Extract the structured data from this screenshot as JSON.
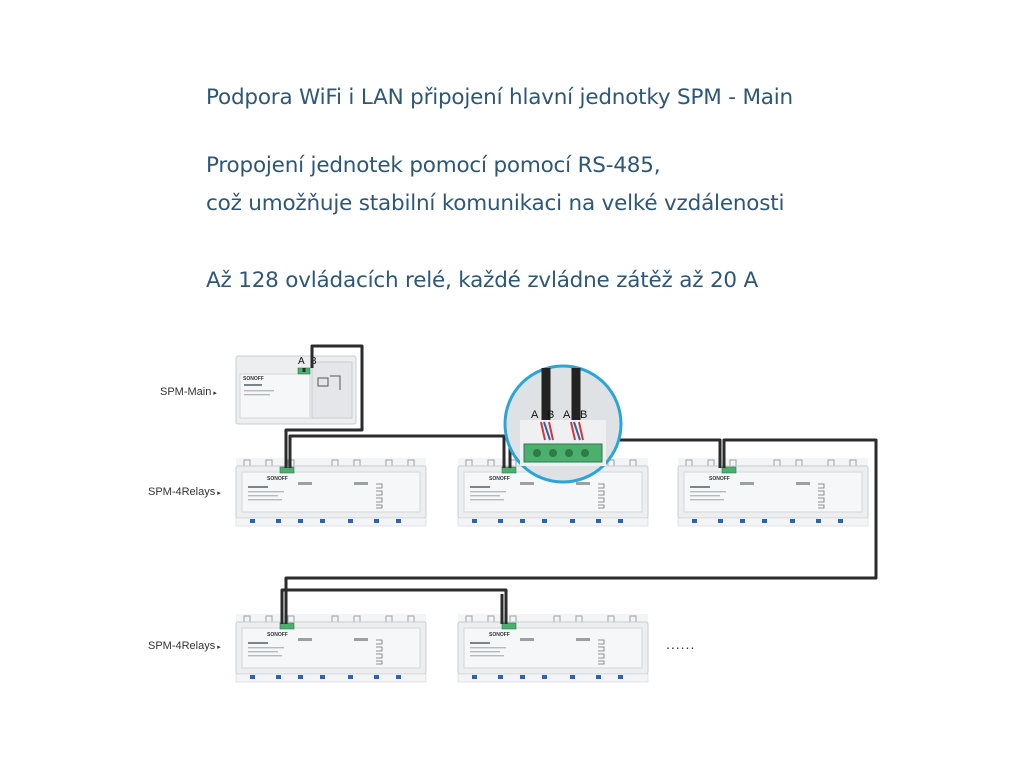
{
  "headline": {
    "line1": "Podpora WiFi i LAN připojení hlavní jednotky SPM - Main",
    "line2": "Propojení jednotek pomocí pomocí RS-485,",
    "line3": "což umožňuje stabilní komunikaci na velké vzdálenosti",
    "line4": "Až 128 ovládacích relé, každé zvládne zátěž až 20 A"
  },
  "labels": {
    "main": "SPM-Main",
    "relays_row1": "SPM-4Relays",
    "relays_row2": "SPM-4Relays",
    "arrow": "▸"
  },
  "terminals": {
    "a": "A",
    "b": "B"
  },
  "brand": "SONOFF",
  "continuation": "......",
  "colors": {
    "text": "#2e5777",
    "cable": "#2b2b2b",
    "device_body": "#eceef0",
    "terminal": "#4caf6e",
    "zoom_ring": "#2aa6d6"
  }
}
